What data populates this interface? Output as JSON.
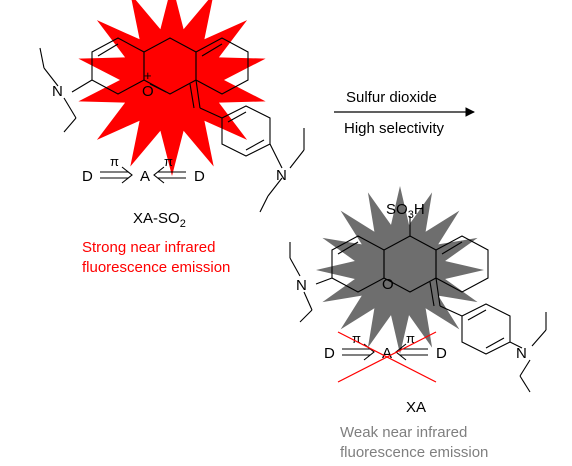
{
  "colors": {
    "starburst_top": "#ff0000",
    "starburst_bottom": "#6e6e6e",
    "strong_text": "#ff0000",
    "weak_text": "#7f7f7f",
    "cross": "#ff0000"
  },
  "top_molecule": {
    "n_left": "N",
    "o_plus": "+",
    "o_atom": "O",
    "n_right": "N",
    "dpa": {
      "d1": "D",
      "pi1": "π",
      "a": "A",
      "pi2": "π",
      "d2": "D"
    },
    "name_main": "XA-SO",
    "name_sub": "2",
    "desc_line1": "Strong near infrared",
    "desc_line2": "fluorescence emission"
  },
  "reaction": {
    "above_arrow": "Sulfur dioxide",
    "below_arrow": "High selectivity"
  },
  "bottom_molecule": {
    "so3h_main": "SO",
    "so3h_sub": "3",
    "so3h_h": "H",
    "n_left": "N",
    "o_atom": "O",
    "n_right": "N",
    "dpa": {
      "d1": "D",
      "pi1": "π",
      "a": "A",
      "pi2": "π",
      "d2": "D"
    },
    "name": "XA",
    "desc_line1": "Weak near infrared",
    "desc_line2": "fluorescence emission"
  }
}
